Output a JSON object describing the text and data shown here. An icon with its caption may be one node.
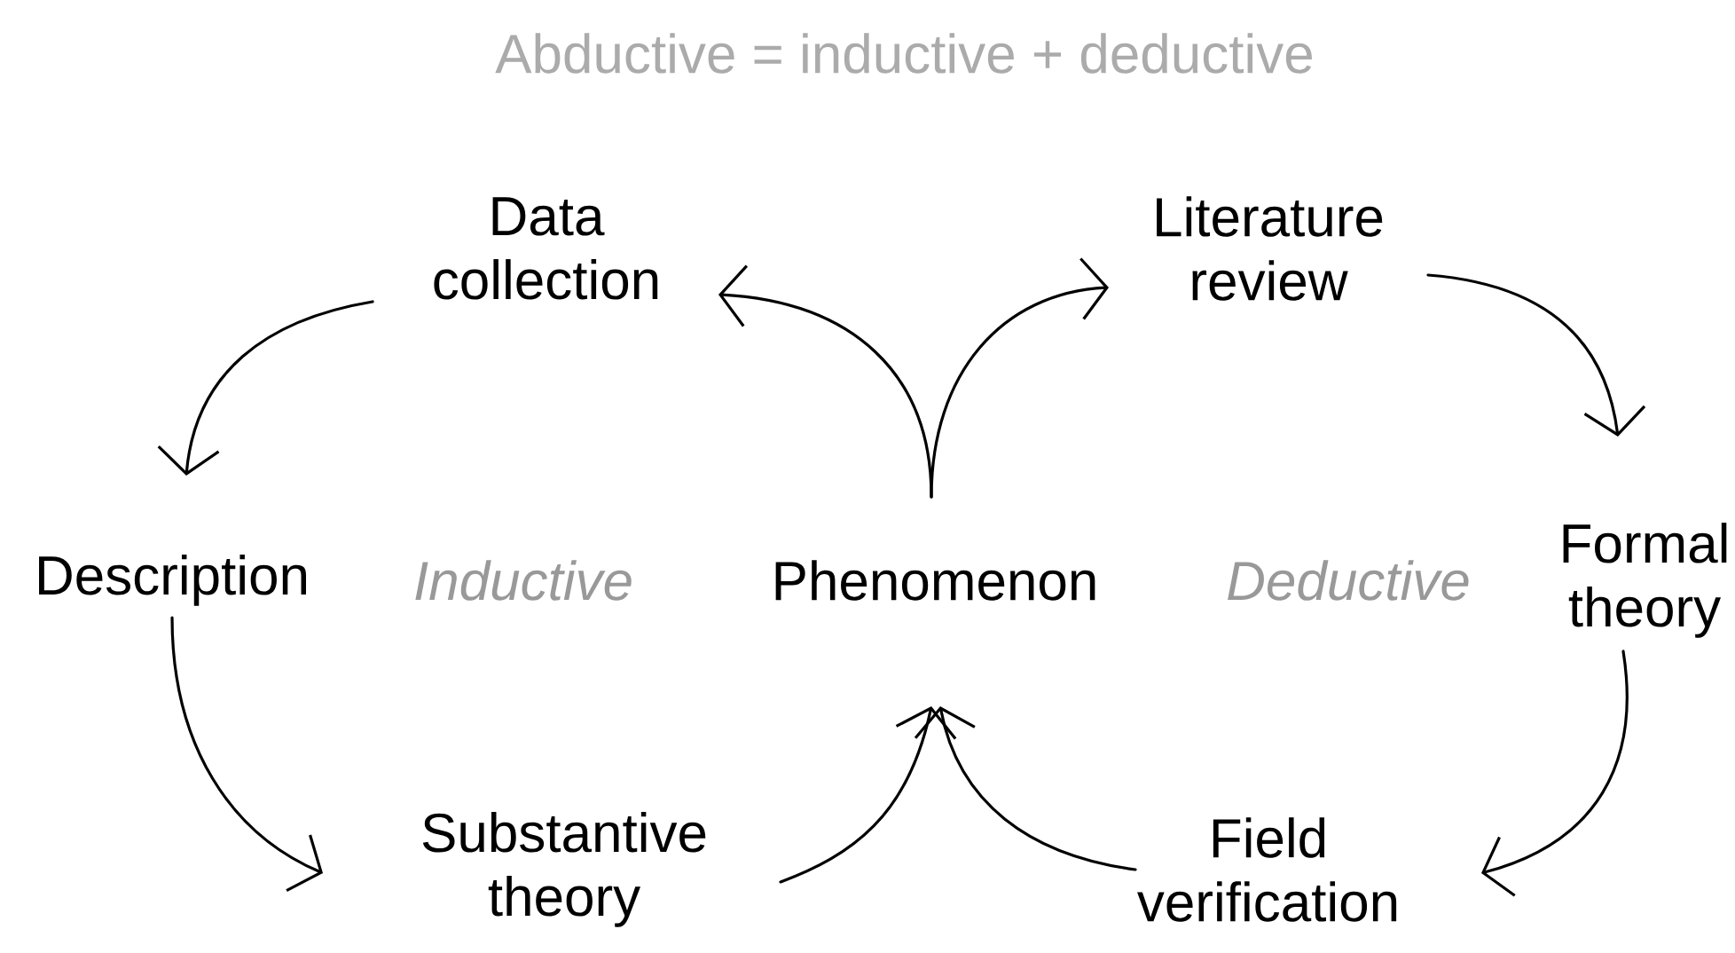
{
  "diagram": {
    "title": "Abductive = inductive + deductive",
    "nodes": [
      {
        "text": [
          "Data collection"
        ]
      },
      {
        "text": [
          "Literature review"
        ]
      },
      {
        "text": [
          "Description"
        ]
      },
      {
        "text": [
          "Phenomenon"
        ]
      },
      {
        "text": [
          "Formal theory"
        ]
      },
      {
        "text": [
          "Substantive theory"
        ]
      },
      {
        "text": [
          "Field verification"
        ]
      }
    ],
    "edges": [
      {
        "from": 3,
        "to": 0,
        "arrow": "to"
      },
      {
        "from": 3,
        "to": 1,
        "arrow": "to"
      },
      {
        "from": 0,
        "to": 2,
        "arrow": "to"
      },
      {
        "from": 1,
        "to": 4,
        "arrow": "to"
      },
      {
        "from": 2,
        "to": 5,
        "arrow": "to"
      },
      {
        "from": 4,
        "to": 6,
        "arrow": "to"
      },
      {
        "from": 5,
        "to": 3,
        "arrow": "to"
      },
      {
        "from": 6,
        "to": 3,
        "arrow": "to"
      }
    ],
    "labels": [
      "Inductive",
      "Deductive"
    ]
  }
}
